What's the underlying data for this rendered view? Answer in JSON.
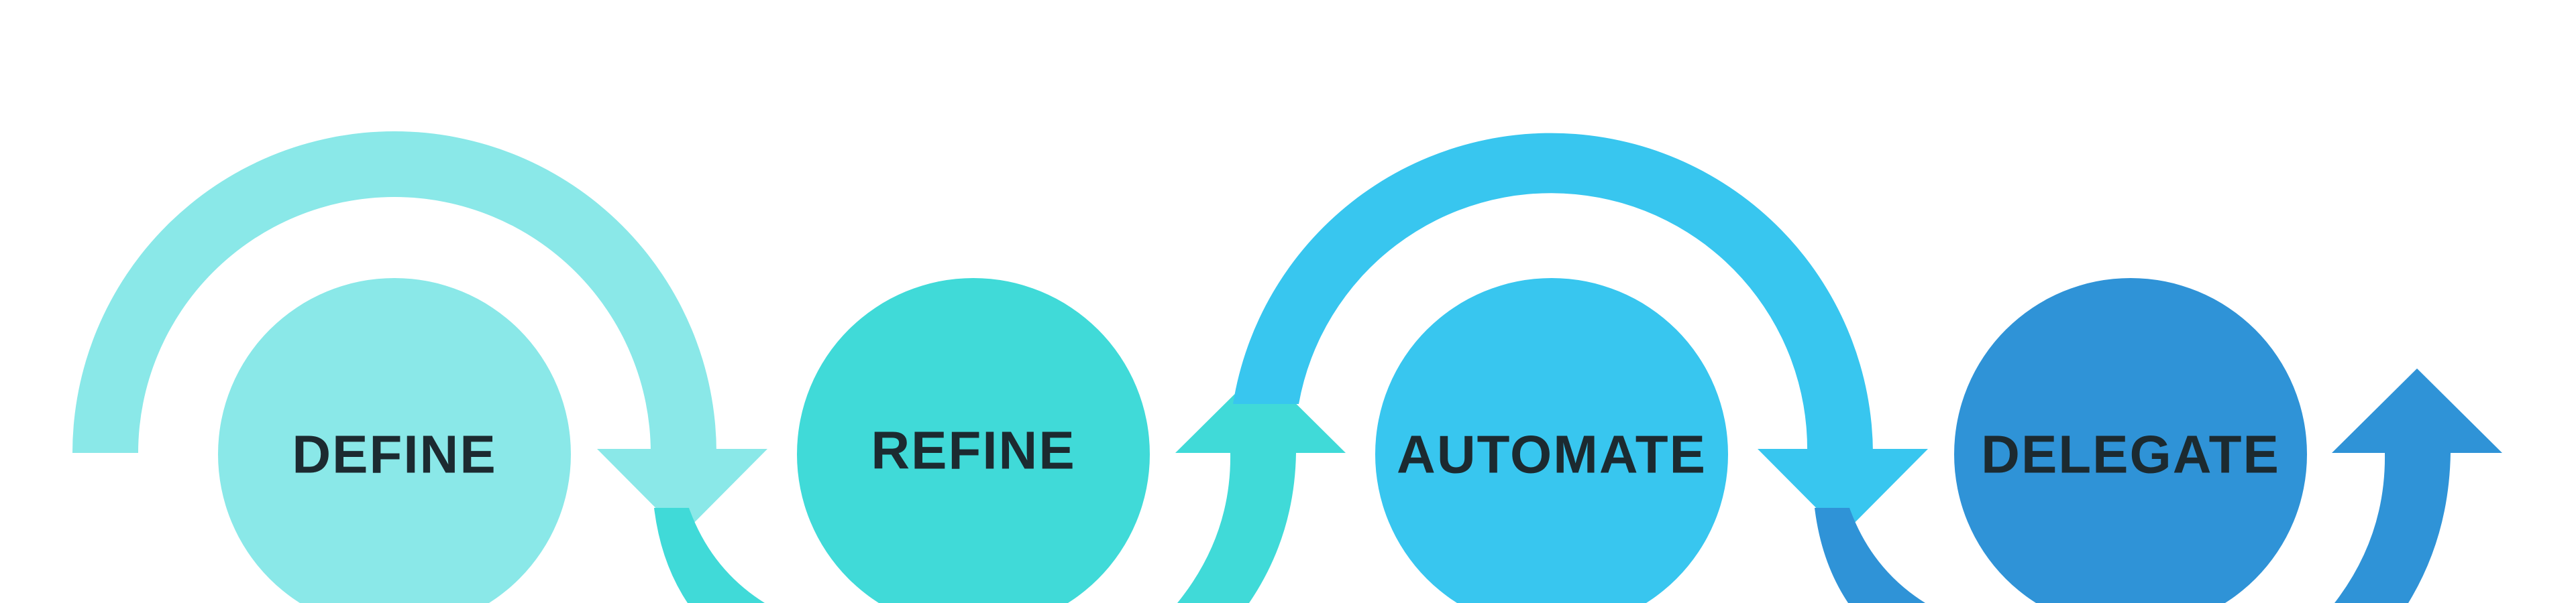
{
  "colors": {
    "background": "#ffffff",
    "label_text": "#1c2a30",
    "step_1": "#8ae8e8",
    "step_2": "#40dad8",
    "step_3": "#38c6ef",
    "step_4": "#2f93d7"
  },
  "steps": [
    {
      "label": "DEFINE",
      "color_key": "step_1"
    },
    {
      "label": "REFINE",
      "color_key": "step_2"
    },
    {
      "label": "AUTOMATE",
      "color_key": "step_3"
    },
    {
      "label": "DELEGATE",
      "color_key": "step_4"
    }
  ],
  "arrows": [
    {
      "name": "arc-define-to-refine",
      "icon": "arrow-down-icon",
      "color_key": "step_1"
    },
    {
      "name": "arc-refine-up",
      "icon": "arrow-up-icon",
      "color_key": "step_2"
    },
    {
      "name": "arc-automate-to-delegate",
      "icon": "arrow-down-icon",
      "color_key": "step_3"
    },
    {
      "name": "arc-delegate-up",
      "icon": "arrow-up-icon",
      "color_key": "step_4"
    }
  ]
}
